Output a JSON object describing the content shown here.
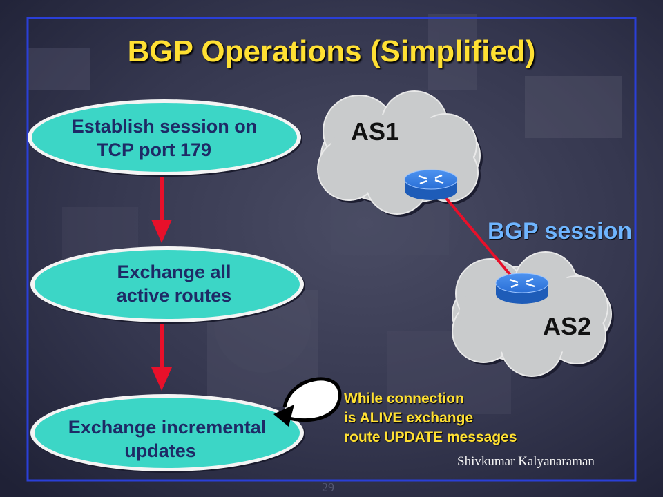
{
  "title": "BGP Operations (Simplified)",
  "steps": [
    {
      "line1": "Establish session on",
      "line2": "TCP port 179"
    },
    {
      "line1": "Exchange all",
      "line2": "active routes"
    },
    {
      "line1": "Exchange incremental",
      "line2": "updates"
    }
  ],
  "as1_label": "AS1",
  "as2_label": "AS2",
  "session_label": "BGP session",
  "note_lines": [
    "While connection",
    "is ALIVE exchange",
    "route UPDATE messages"
  ],
  "author": "Shivkumar Kalyanaraman",
  "page_number": "29",
  "colors": {
    "oval_fill": "#3cd6c6",
    "arrow": "#e8102a",
    "title": "#ffe033",
    "frame": "#2a3fd8",
    "session_text": "#6fb5ff",
    "router": "#2a6fd6"
  }
}
